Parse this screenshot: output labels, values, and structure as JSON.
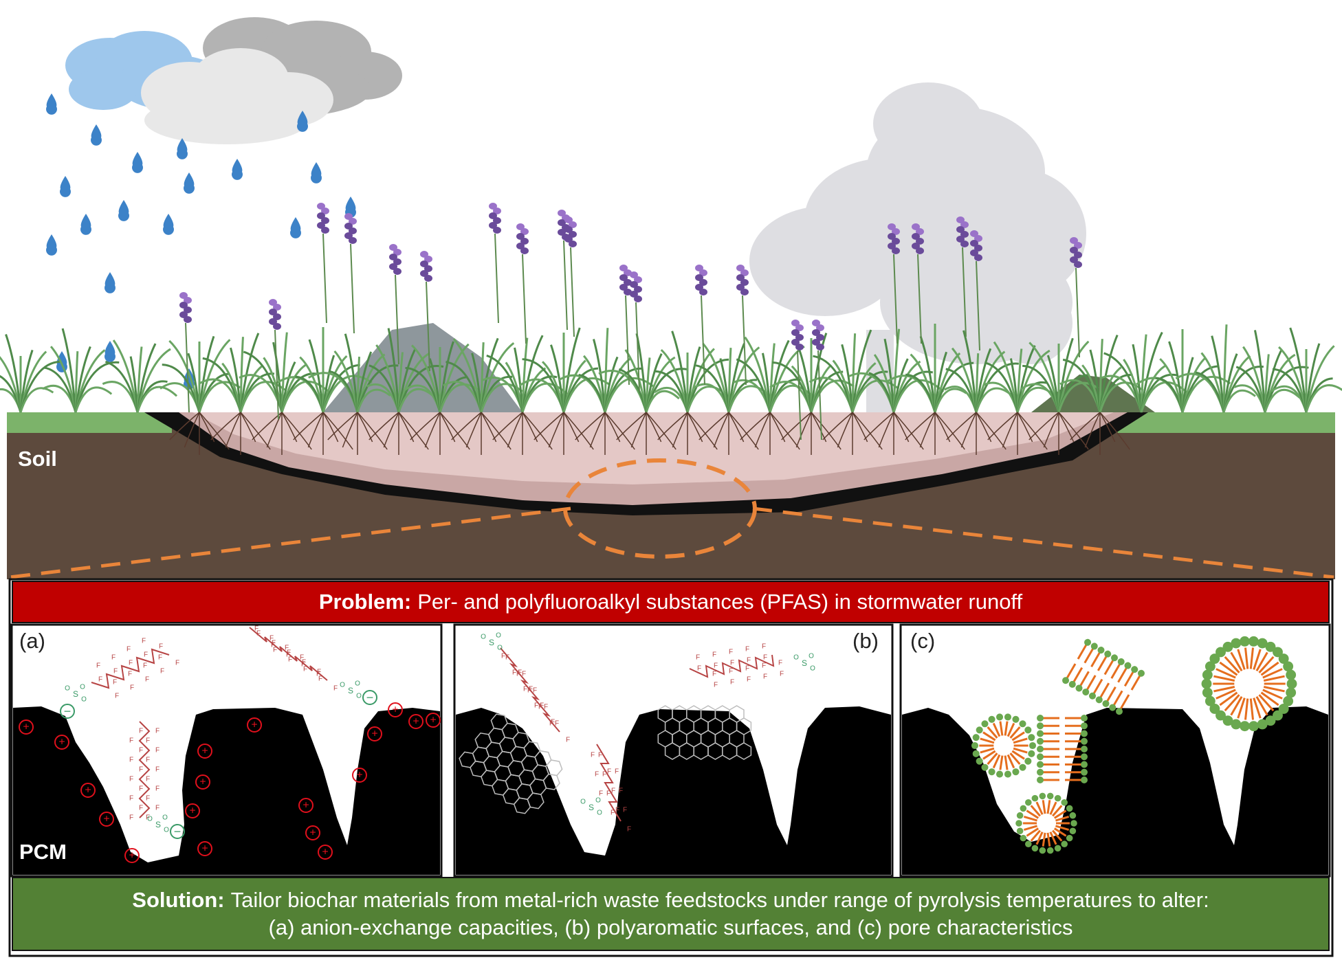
{
  "labels": {
    "soil": "Soil",
    "pcm": "PCM"
  },
  "problem": {
    "title": "Problem:",
    "text": "Per- and polyfluoroalkyl substances (PFAS) in stormwater runoff"
  },
  "panels": [
    {
      "letter": "(a)"
    },
    {
      "letter": "(b)"
    },
    {
      "letter": "(c)"
    }
  ],
  "solution": {
    "title": "Solution:",
    "line1": "Tailor biochar materials from metal-rich waste feedstocks under range of pyrolysis temperatures to alter:",
    "line2": "(a) anion-exchange capacities, (b) polyaromatic surfaces, and (c) pore characteristics"
  },
  "glyphs": {
    "plus": "+",
    "minus": "−",
    "fluorine": "F",
    "sulfur": "S",
    "oxygen": "O"
  },
  "colors": {
    "sky_cloud_blue": "#9ec7ec",
    "cloud_gray": "#b3b3b3",
    "cloud_light": "#e8e8e8",
    "raindrop": "#3c82c8",
    "grass_strip": "#7cb36a",
    "soil": "#5d4a3d",
    "basin_fill": "#e4c8c6",
    "orange_dash": "#e9853a",
    "problem_red": "#c00000",
    "solution_green": "#538135",
    "charge_red": "#e0101c",
    "sulfonate_green": "#3a9a67",
    "fluoro_chain": "#b74444",
    "micelle_orange": "#e56e1e",
    "micelle_green": "#6aa84f"
  }
}
